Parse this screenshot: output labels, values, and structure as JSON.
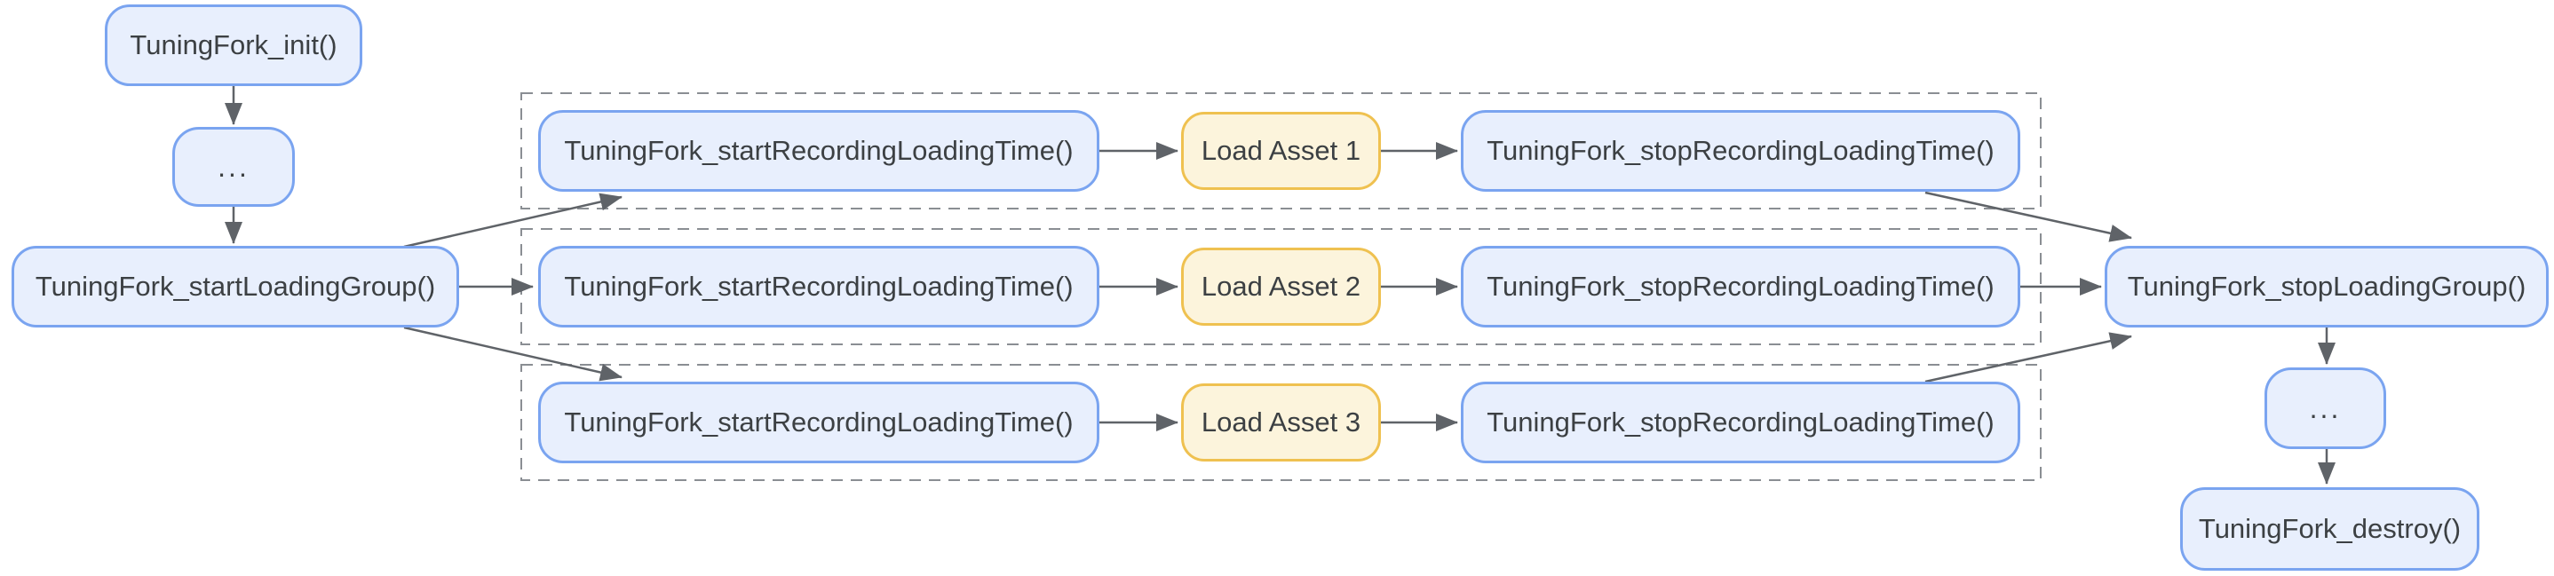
{
  "diagram": {
    "description": "TuningFork loading-time recording flow",
    "nodes": {
      "init": {
        "label": "TuningFork_init()"
      },
      "ellipsis_start": {
        "label": "..."
      },
      "start_loading_group": {
        "label": "TuningFork_startLoadingGroup()"
      },
      "rows": [
        {
          "start": "TuningFork_startRecordingLoadingTime()",
          "asset": "Load Asset 1",
          "stop": "TuningFork_stopRecordingLoadingTime()"
        },
        {
          "start": "TuningFork_startRecordingLoadingTime()",
          "asset": "Load Asset 2",
          "stop": "TuningFork_stopRecordingLoadingTime()"
        },
        {
          "start": "TuningFork_startRecordingLoadingTime()",
          "asset": "Load Asset 3",
          "stop": "TuningFork_stopRecordingLoadingTime()"
        }
      ],
      "stop_loading_group": {
        "label": "TuningFork_stopLoadingGroup()"
      },
      "ellipsis_end": {
        "label": "..."
      },
      "destroy": {
        "label": "TuningFork_destroy()"
      }
    },
    "edges": [
      {
        "from": "init",
        "to": "ellipsis_start"
      },
      {
        "from": "ellipsis_start",
        "to": "start_loading_group"
      },
      {
        "from": "start_loading_group",
        "to": "row1_start"
      },
      {
        "from": "start_loading_group",
        "to": "row2_start"
      },
      {
        "from": "start_loading_group",
        "to": "row3_start"
      },
      {
        "from": "row1_start",
        "to": "row1_asset"
      },
      {
        "from": "row1_asset",
        "to": "row1_stop"
      },
      {
        "from": "row2_start",
        "to": "row2_asset"
      },
      {
        "from": "row2_asset",
        "to": "row2_stop"
      },
      {
        "from": "row3_start",
        "to": "row3_asset"
      },
      {
        "from": "row3_asset",
        "to": "row3_stop"
      },
      {
        "from": "row1_stop",
        "to": "stop_loading_group"
      },
      {
        "from": "row2_stop",
        "to": "stop_loading_group"
      },
      {
        "from": "row3_stop",
        "to": "stop_loading_group"
      },
      {
        "from": "stop_loading_group",
        "to": "ellipsis_end"
      },
      {
        "from": "ellipsis_end",
        "to": "destroy"
      }
    ],
    "colors": {
      "function_box_fill": "#E8EFFD",
      "function_box_border": "#7AA4F0",
      "asset_box_fill": "#FCF4DC",
      "asset_box_border": "#EFC150",
      "text": "#3C4043",
      "arrow": "#5F6368",
      "group_outline": "#8A8E93",
      "background": "#FFFFFF"
    }
  }
}
